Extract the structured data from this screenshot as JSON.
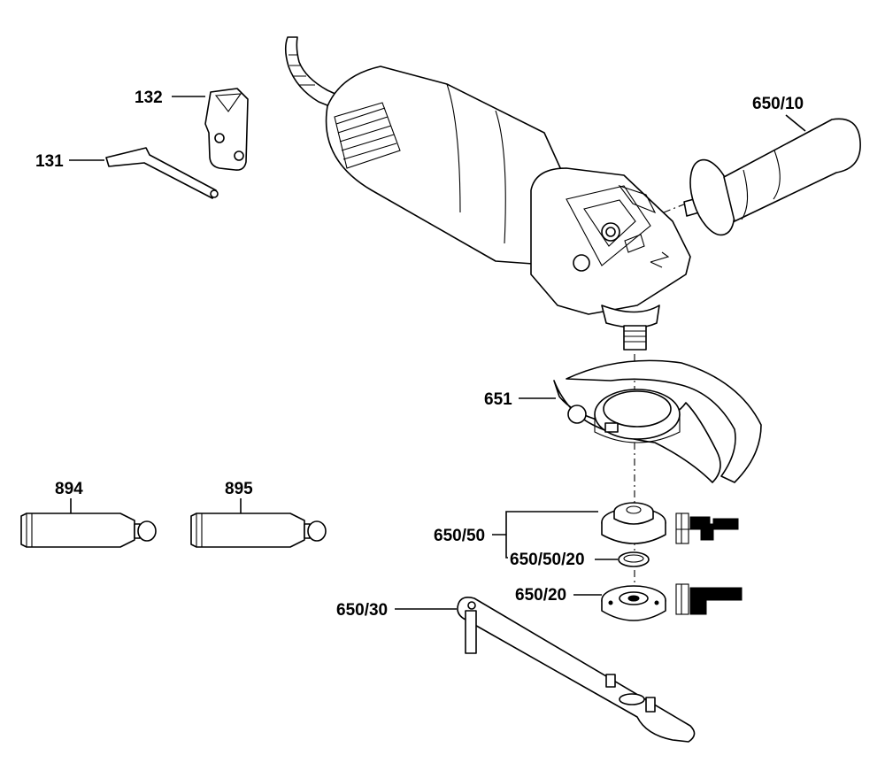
{
  "labels": {
    "p131": "131",
    "p132": "132",
    "p650_10": "650/10",
    "p651": "651",
    "p894": "894",
    "p895": "895",
    "p650_50": "650/50",
    "p650_50_20": "650/50/20",
    "p650_20": "650/20",
    "p650_30": "650/30"
  }
}
